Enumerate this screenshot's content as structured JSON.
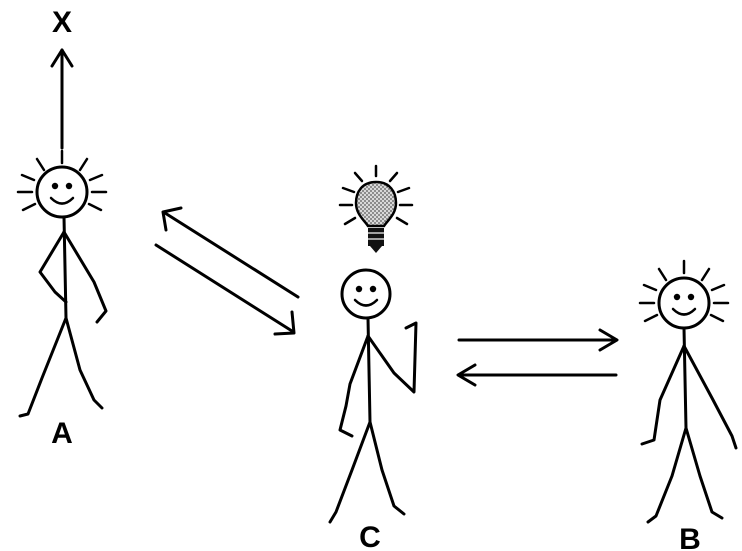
{
  "labels": {
    "x": "X",
    "a": "A",
    "b": "B",
    "c": "C"
  },
  "colors": {
    "ink": "#000000",
    "bulb_fill": "#9a9a9a",
    "background": "#ffffff"
  },
  "icons": {
    "idea": "lightbulb-icon"
  }
}
